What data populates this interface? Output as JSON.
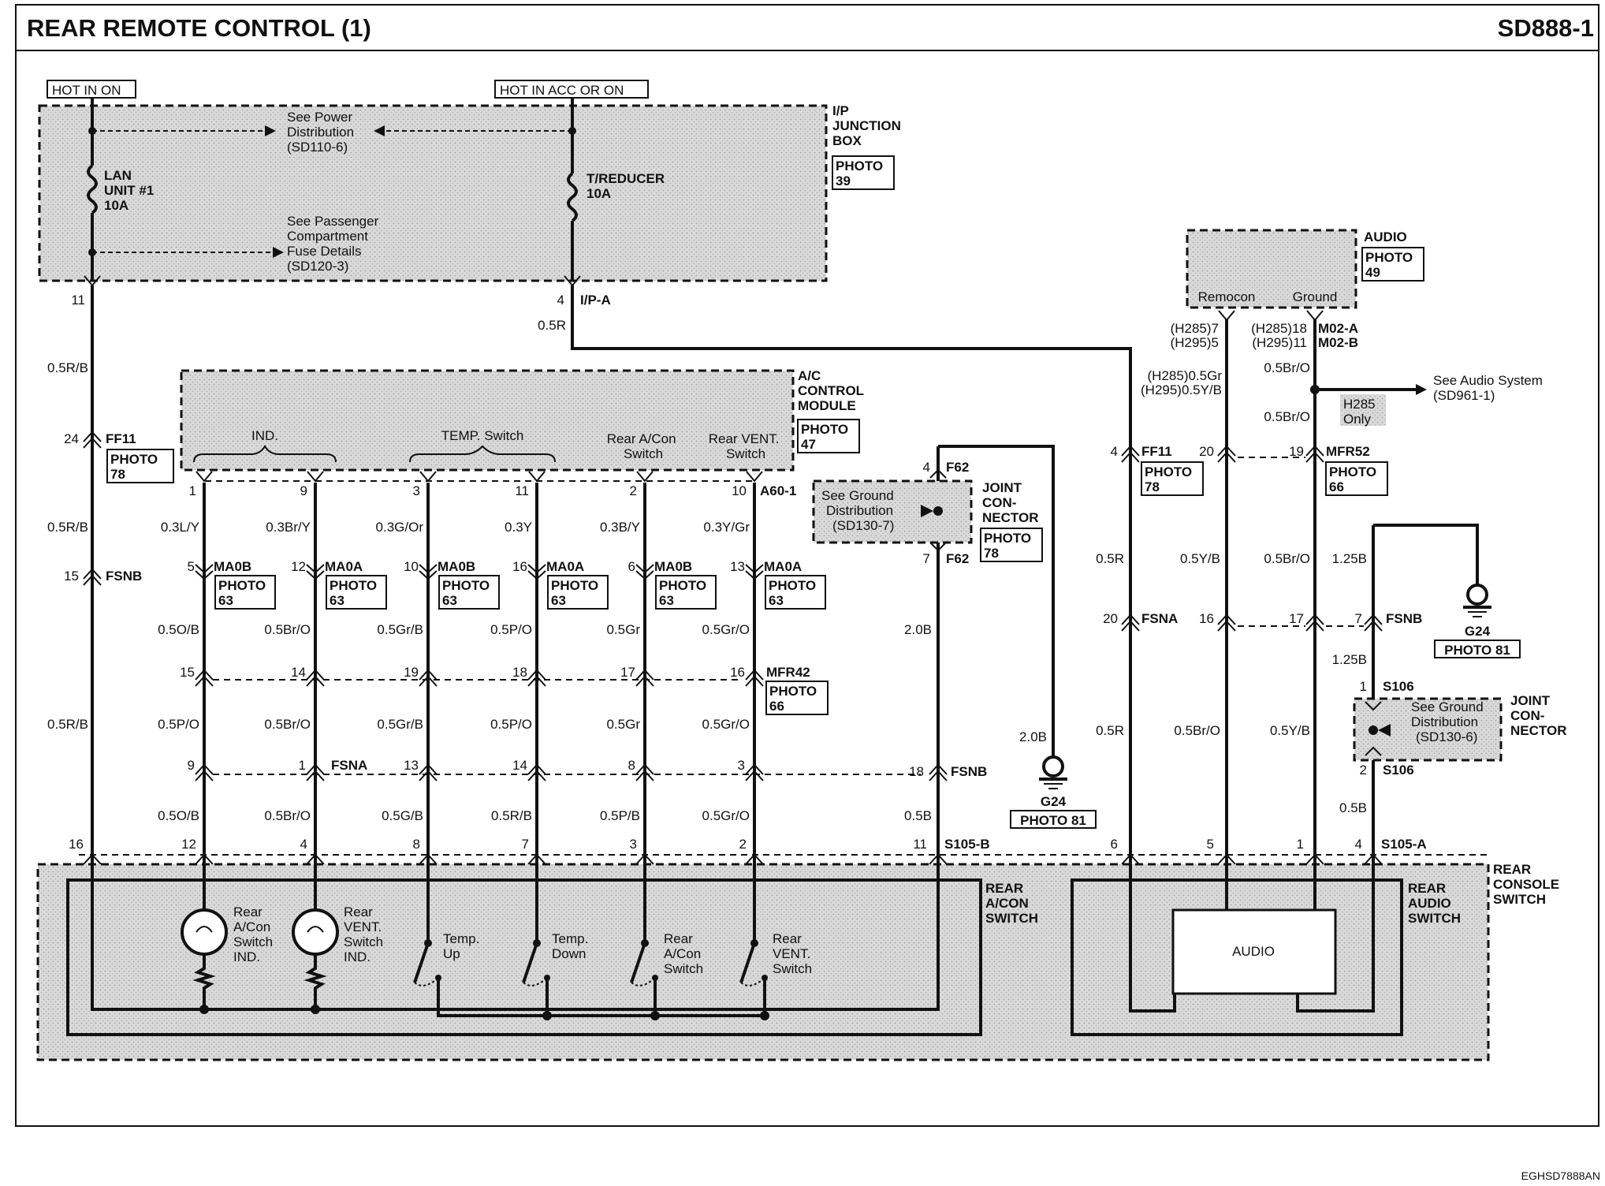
{
  "header": {
    "title": "REAR REMOTE CONTROL (1)",
    "code": "SD888-1",
    "footer_code": "EGHSD7888AN"
  },
  "top_labels": {
    "hot_in_on": "HOT IN ON",
    "hot_in_acc_or_on": "HOT IN ACC OR ON"
  },
  "ip_junction_box": {
    "title_lines": [
      "I/P",
      "JUNCTION",
      "BOX"
    ],
    "photo": [
      "PHOTO",
      "39"
    ],
    "see_power": [
      "See Power",
      "Distribution",
      "(SD110-6)"
    ],
    "see_passenger": [
      "See Passenger",
      "Compartment",
      "Fuse Details",
      "(SD120-3)"
    ],
    "fuse1": [
      "LAN",
      "UNIT #1",
      "10A"
    ],
    "fuse2": [
      "T/REDUCER",
      "10A"
    ],
    "pin_11": "11",
    "pin_4": "4",
    "ipa": "I/P-A"
  },
  "wires_left": {
    "w_05R": "0.5R",
    "w_05RB_a": "0.5R/B",
    "pin24": "24",
    "ff11": "FF11",
    "photo78": [
      "PHOTO",
      "78"
    ],
    "w_05RB_b": "0.5R/B",
    "pin15": "15",
    "fsnb": "FSNB",
    "w_05RB_c": "0.5R/B",
    "pin16": "16"
  },
  "ac_control_module": {
    "title_lines": [
      "A/C",
      "CONTROL",
      "MODULE"
    ],
    "photo": [
      "PHOTO",
      "47"
    ],
    "ind": "IND.",
    "temp_switch": "TEMP. Switch",
    "rear_acon_switch": [
      "Rear A/Con",
      "Switch"
    ],
    "rear_vent_switch": [
      "Rear VENT.",
      "Switch"
    ],
    "connector": "A60-1",
    "columns": [
      {
        "top_pin": "1",
        "w1": "0.3L/Y",
        "mid_pin": "5",
        "mid_conn": "MA0B",
        "w2": "0.5O/B",
        "p3": "15",
        "w3": "0.5P/O",
        "p4": "9",
        "w4": "0.5O/B",
        "bot_pin": "12"
      },
      {
        "top_pin": "9",
        "w1": "0.3Br/Y",
        "mid_pin": "12",
        "mid_conn": "MA0A",
        "w2": "0.5Br/O",
        "p3": "14",
        "w3": "0.5Br/O",
        "p4": "1",
        "w4": "0.5Br/O",
        "bot_pin": "4"
      },
      {
        "top_pin": "3",
        "w1": "0.3G/Or",
        "mid_pin": "10",
        "mid_conn": "MA0B",
        "w2": "0.5Gr/B",
        "p3": "19",
        "w3": "0.5Gr/B",
        "p4": "13",
        "w4": "0.5G/B",
        "bot_pin": "8"
      },
      {
        "top_pin": "11",
        "w1": "0.3Y",
        "mid_pin": "16",
        "mid_conn": "MA0A",
        "w2": "0.5P/O",
        "p3": "18",
        "w3": "0.5P/O",
        "p4": "14",
        "w4": "0.5R/B",
        "bot_pin": "7"
      },
      {
        "top_pin": "2",
        "w1": "0.3B/Y",
        "mid_pin": "6",
        "mid_conn": "MA0B",
        "w2": "0.5Gr",
        "p3": "17",
        "w3": "0.5Gr",
        "p4": "8",
        "w4": "0.5P/B",
        "bot_pin": "3"
      },
      {
        "top_pin": "10",
        "w1": "0.3Y/Gr",
        "mid_pin": "13",
        "mid_conn": "MA0A",
        "w2": "0.5Gr/O",
        "p3": "16",
        "w3": "0.5Gr/O",
        "p4": "3",
        "w4": "0.5Gr/O",
        "bot_pin": "2"
      }
    ],
    "photo63": [
      "PHOTO",
      "63"
    ],
    "mfr42": "MFR42",
    "photo66": [
      "PHOTO",
      "66"
    ],
    "fsna": "FSNA"
  },
  "joint_connector_1": {
    "see_ground": [
      "See Ground",
      "Distribution",
      "(SD130-7)"
    ],
    "title_lines": [
      "JOINT",
      "CON-",
      "NECTOR"
    ],
    "photo": [
      "PHOTO",
      "78"
    ],
    "pin4": "4",
    "f62_top": "F62",
    "pin7": "7",
    "f62_bot": "F62",
    "w_20B_a": "2.0B",
    "w_20B_b": "2.0B",
    "pin18": "18",
    "fsnb": "FSNB",
    "w_05B": "0.5B",
    "pin11": "11",
    "s105b": "S105-B",
    "g24": "G24",
    "photo81": "PHOTO 81"
  },
  "rear_acon_switch": {
    "title_lines": [
      "REAR",
      "A/CON",
      "SWITCH"
    ],
    "rear_acon_ind": [
      "Rear",
      "A/Con",
      "Switch",
      "IND."
    ],
    "rear_vent_ind": [
      "Rear",
      "VENT.",
      "Switch",
      "IND."
    ],
    "temp_up": [
      "Temp.",
      "Up"
    ],
    "temp_down": [
      "Temp.",
      "Down"
    ],
    "rear_acon_sw": [
      "Rear",
      "A/Con",
      "Switch"
    ],
    "rear_vent_sw": [
      "Rear",
      "VENT.",
      "Switch"
    ]
  },
  "audio": {
    "title": "AUDIO",
    "photo": [
      "PHOTO",
      "49"
    ],
    "remocon": "Remocon",
    "ground": "Ground",
    "h285_7": "(H285)7",
    "h295_5": "(H295)5",
    "h285_18": "(H285)18",
    "h295_11": "(H295)11",
    "m02a": "M02-A",
    "m02b": "M02-B",
    "w_h285_05gr": "(H285)0.5Gr",
    "w_h295_05yb": "(H295)0.5Y/B",
    "w_05bro_a": "0.5Br/O",
    "see_audio": [
      "See Audio System",
      "(SD961-1)"
    ],
    "h285_only": [
      "H285",
      "Only"
    ],
    "w_05bro_b": "0.5Br/O",
    "pin4": "4",
    "ff11": "FF11",
    "photo78": [
      "PHOTO",
      "78"
    ],
    "pin20": "20",
    "pin19": "19",
    "mfr52": "MFR52",
    "photo66": [
      "PHOTO",
      "66"
    ],
    "w_05R_a": "0.5R",
    "w_05YB_a": "0.5Y/B",
    "w_05BrO_c": "0.5Br/O",
    "w_125B_a": "1.25B",
    "pin20b": "20",
    "fsna": "FSNA",
    "pin16": "16",
    "pin17": "17",
    "pin7": "7",
    "fsnb": "FSNB",
    "g24": "G24",
    "photo81": "PHOTO 81",
    "w_125B_b": "1.25B",
    "pin1": "1",
    "s106_top": "S106",
    "see_ground": [
      "See Ground",
      "Distribution",
      "(SD130-6)"
    ],
    "joint_title": [
      "JOINT",
      "CON-",
      "NECTOR"
    ],
    "pin2": "2",
    "s106_bot": "S106",
    "w_05R_b": "0.5R",
    "w_05BrO_d": "0.5Br/O",
    "w_05YB_b": "0.5Y/B",
    "w_05B": "0.5B",
    "pin6": "6",
    "pin5": "5",
    "pin1b": "1",
    "pin4b": "4",
    "s105a": "S105-A",
    "rear_audio_switch": [
      "REAR",
      "AUDIO",
      "SWITCH"
    ],
    "rear_console_switch": [
      "REAR",
      "CONSOLE",
      "SWITCH"
    ],
    "audio_label": "AUDIO"
  }
}
